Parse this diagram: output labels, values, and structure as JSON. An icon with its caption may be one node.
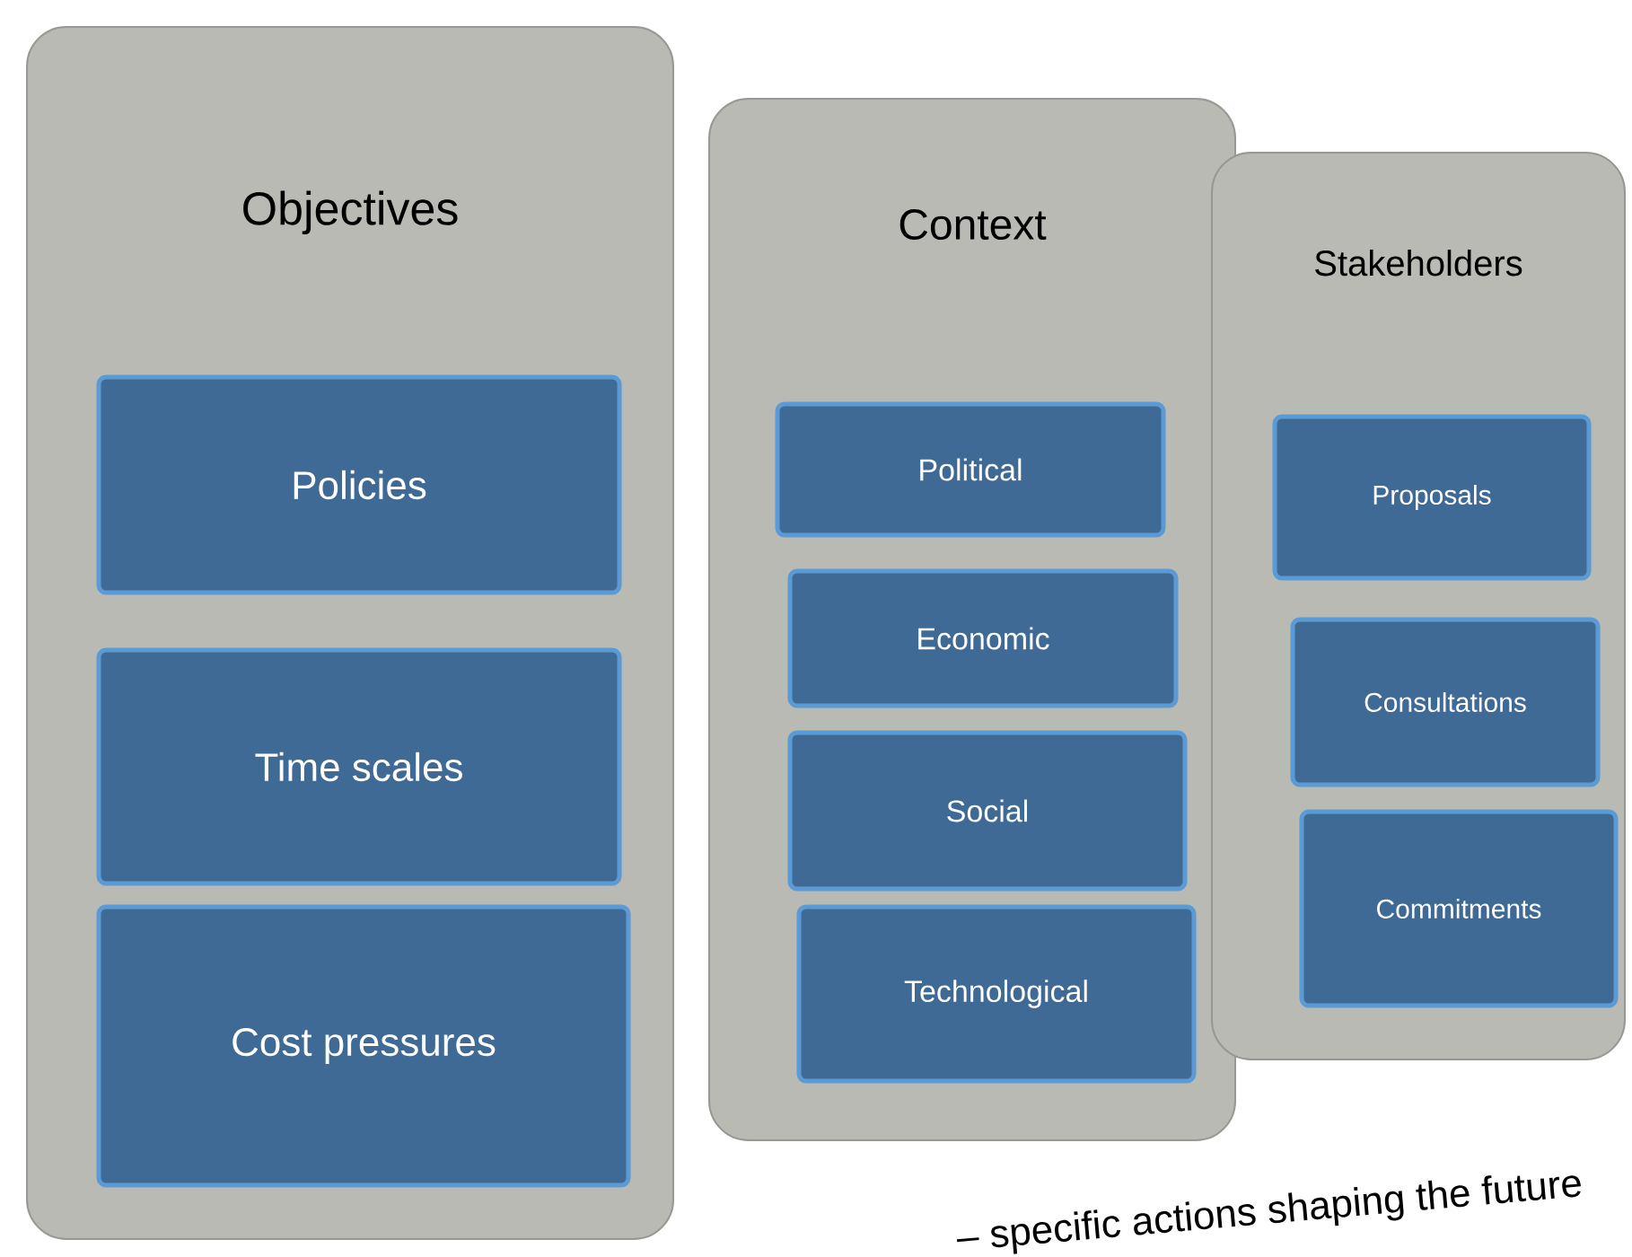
{
  "diagram": {
    "nodes": [
      {
        "text": [
          "Objectives"
        ]
      },
      {
        "text": [
          "Policies"
        ],
        "in": 0
      },
      {
        "text": [
          "Time scales"
        ],
        "in": 0
      },
      {
        "text": [
          "Cost pressures"
        ],
        "in": 0
      },
      {
        "text": [
          "Context"
        ]
      },
      {
        "text": [
          "Political"
        ],
        "in": 4
      },
      {
        "text": [
          "Economic"
        ],
        "in": 4
      },
      {
        "text": [
          "Social"
        ],
        "in": 4
      },
      {
        "text": [
          "Technological"
        ],
        "in": 4
      },
      {
        "text": [
          "Stakeholders"
        ]
      },
      {
        "text": [
          "Proposals"
        ],
        "in": 9
      },
      {
        "text": [
          "Consultations"
        ],
        "in": 9
      },
      {
        "text": [
          "Commitments"
        ],
        "in": 9
      }
    ],
    "labels": [
      "– specific actions shaping the future"
    ]
  }
}
